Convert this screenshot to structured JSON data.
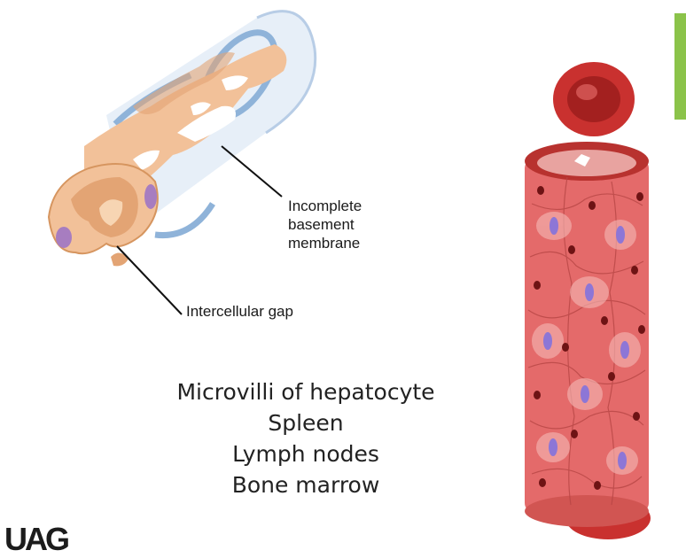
{
  "labels": {
    "basement_membrane": [
      "Incomplete",
      "basement",
      "membrane"
    ],
    "intercellular_gap": "Intercellular gap"
  },
  "locations": [
    "Microvilli of hepatocyte",
    "Spleen",
    "Lymph nodes",
    "Bone marrow"
  ],
  "logo": "UAG",
  "colors": {
    "endothelium": "#f2c199",
    "endothelium_dark": "#e3a474",
    "basement_membrane": "#8fb3d9",
    "nucleus": "#a77dc0",
    "vessel_red": "#e46a6a",
    "rbc": "#c9312f",
    "accent": "#8bc34a"
  }
}
